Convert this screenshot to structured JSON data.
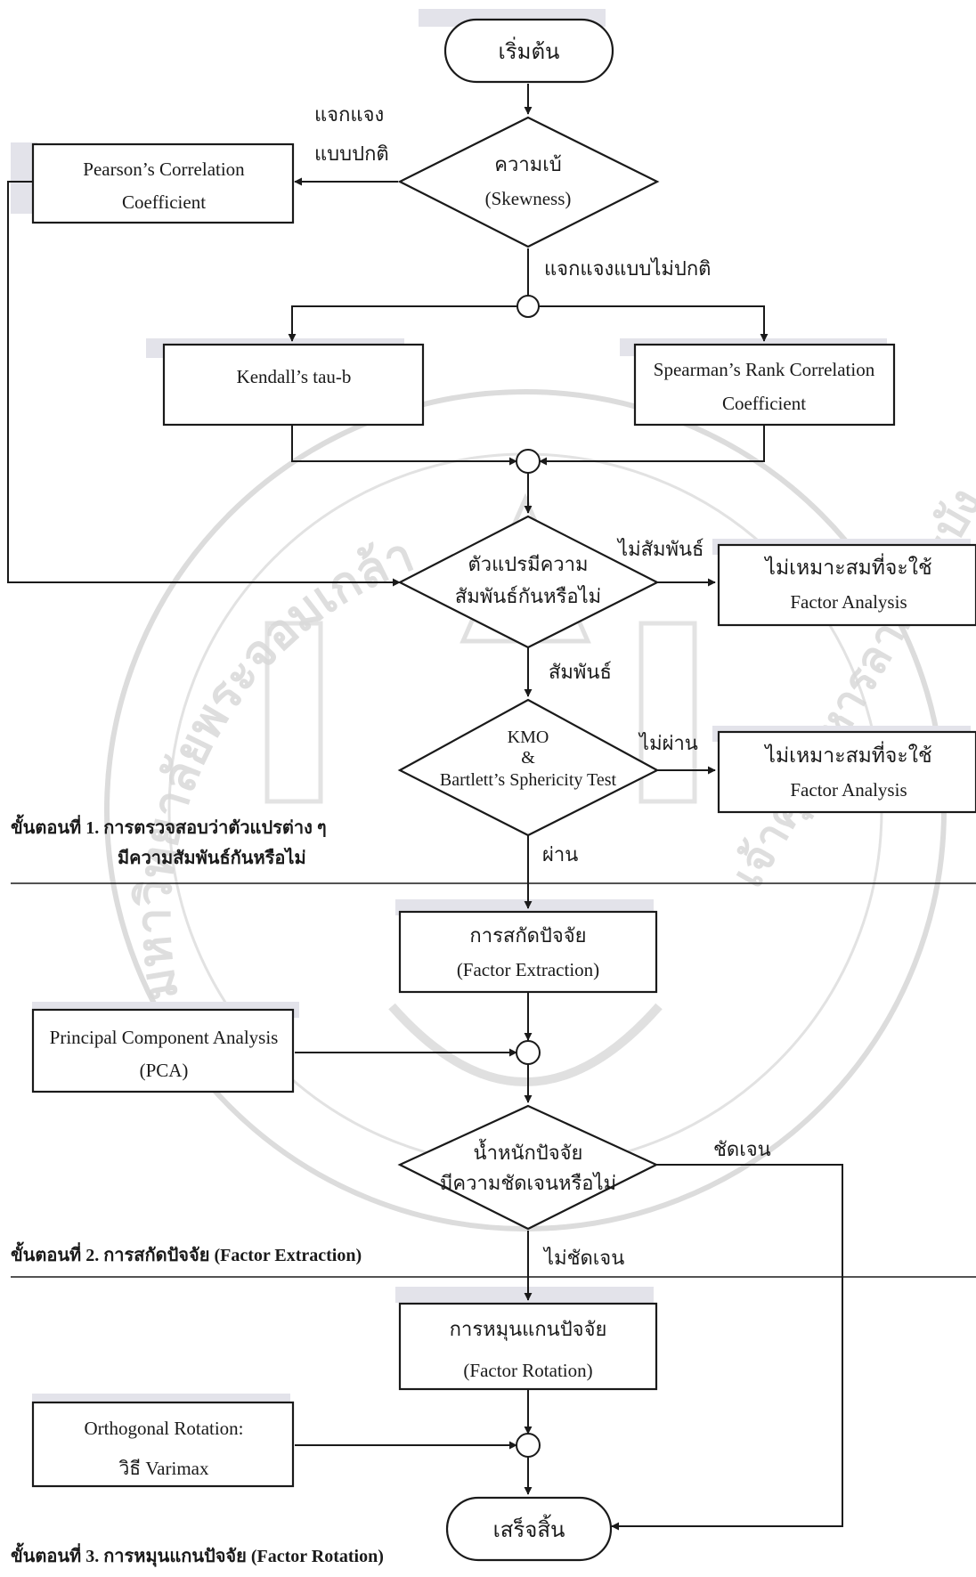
{
  "watermark": {
    "arc_text_left": "มหาวิทยาลัยพระจอมเกล้า",
    "arc_text_right": "เจ้าคุณทหารลาดกระบัง"
  },
  "nodes": {
    "start": "เริ่มต้น",
    "skewness": [
      "ความเบ้",
      "(Skewness)"
    ],
    "pearson": [
      "Pearson’s Correlation",
      "Coefficient"
    ],
    "kendall": "Kendall’s tau-b",
    "spearman": [
      "Spearman’s Rank Correlation",
      "Coefficient"
    ],
    "related": [
      "ตัวแปรมีความ",
      "สัมพันธ์กันหรือไม่"
    ],
    "unsuitable_1": [
      "ไม่เหมาะสมที่จะใช้",
      "Factor Analysis"
    ],
    "kmo": [
      "KMO",
      "&",
      "Bartlett’s Sphericity Test"
    ],
    "unsuitable_2": [
      "ไม่เหมาะสมที่จะใช้",
      "Factor Analysis"
    ],
    "extraction": [
      "การสกัดปัจจัย",
      "(Factor Extraction)"
    ],
    "pca": [
      "Principal Component Analysis",
      "(PCA)"
    ],
    "clarity": [
      "น้ำหนักปัจจัย",
      "มีความชัดเจนหรือไม่"
    ],
    "rotation": [
      "การหมุนแกนปัจจัย",
      "(Factor Rotation)"
    ],
    "orthogonal": [
      "Orthogonal Rotation:",
      "วิธี Varimax"
    ],
    "end": "เสร็จสิ้น"
  },
  "edge_labels": {
    "normal": [
      "แจกแจง",
      "แบบปกติ"
    ],
    "not_normal": "แจกแจงแบบไม่ปกติ",
    "not_related": "ไม่สัมพันธ์",
    "related": "สัมพันธ์",
    "fail": "ไม่ผ่าน",
    "pass": "ผ่าน",
    "clear": "ชัดเจน",
    "not_clear": "ไม่ชัดเจน"
  },
  "steps": {
    "step1": [
      "ขั้นตอนที่ 1. การตรวจสอบว่าตัวแปรต่าง ๆ",
      "มีความสัมพันธ์กันหรือไม่"
    ],
    "step2": "ขั้นตอนที่ 2. การสกัดปัจจัย (Factor Extraction)",
    "step3": "ขั้นตอนที่ 3. การหมุนแกนปัจจัย (Factor Rotation)"
  }
}
